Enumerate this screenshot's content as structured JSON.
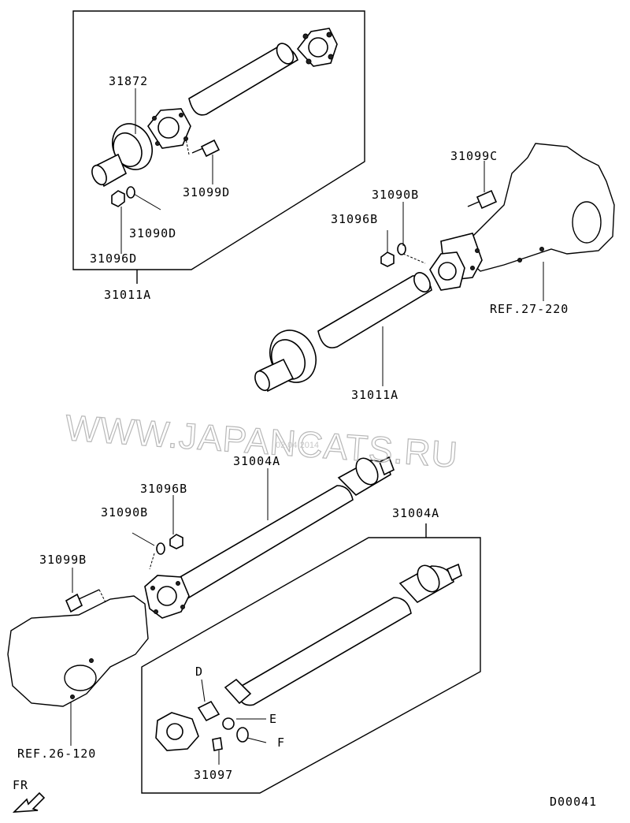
{
  "labels": {
    "p31872": "31872",
    "p31099D": "31099D",
    "p31090D": "31090D",
    "p31096D": "31096D",
    "p31011A_top": "31011A",
    "p31099C": "31099C",
    "p31090B_top": "31090B",
    "p31096B_top": "31096B",
    "ref_27_220": "REF.27-220",
    "p31011A_mid": "31011A",
    "p31004A_main": "31004A",
    "p31096B_bot": "31096B",
    "p31090B_bot": "31090B",
    "p31099B": "31099B",
    "p31004A_box": "31004A",
    "callout_D": "D",
    "callout_E": "E",
    "callout_F": "F",
    "p31097": "31097",
    "ref_26_120": "REF.26-120",
    "fr": "FR",
    "diagram_code": "D00041"
  },
  "watermark": {
    "text": "WWW.JAPANCATS.RU",
    "date_stamp": "02.04.2014"
  },
  "colors": {
    "line": "#000000",
    "background": "#ffffff",
    "watermark": "#b8b8b8"
  }
}
